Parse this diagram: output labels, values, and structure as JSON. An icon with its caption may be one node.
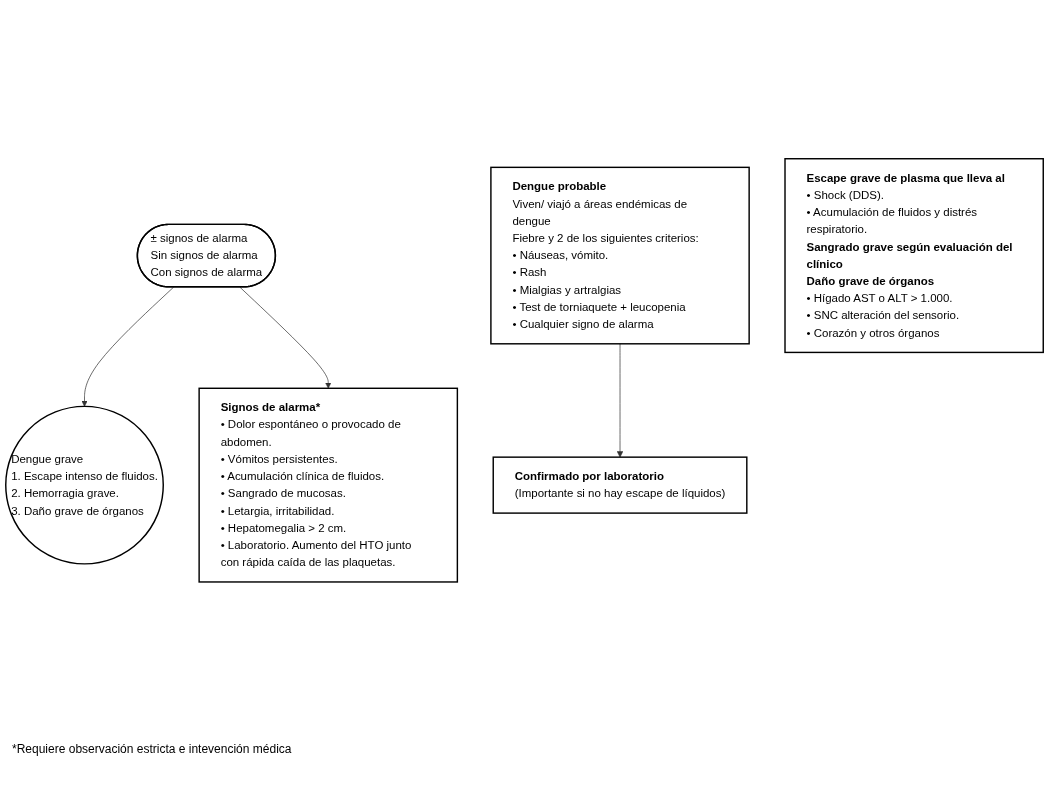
{
  "diagram": {
    "nodes": [
      {
        "text": [
          "± signos de alarma",
          "Sin signos de alarma",
          "Con signos de alarma"
        ]
      },
      {
        "text": [
          "Dengue grave",
          "1. Escape intenso de fluidos.",
          "2. Hemorragia grave.",
          "3. Daño grave de órganos"
        ]
      },
      {
        "text": [
          "Dengue probable",
          "Viven/ viajó a áreas endémicas de dengue",
          "Fiebre y 2 de los siguientes criterios:",
          "• Náuseas, vómito.",
          "• Rash",
          "• Mialgias y artralgias",
          "• Test de torniaquete + leucopenia",
          "• Cualquier signo de alarma"
        ]
      },
      {
        "text": [
          "Signos de alarma*",
          "• Dolor espontáneo o provocado de abdomen.",
          "• Vómitos persistentes.",
          "• Acumulación clínica de fluidos.",
          "• Sangrado de mucosas.",
          "• Letargia, irritabilidad.",
          "• Hepatomegalia > 2 cm.",
          "• Laboratorio. Aumento del HTO junto con rápida caída de las plaquetas."
        ]
      },
      {
        "text": [
          "Escape grave de plasma que lleva al",
          "• Shock (DDS).",
          "• Acumulación de fluidos y distrés respiratorio.",
          "Sangrado grave según evaluación del clínico",
          "Daño grave de órganos",
          "• Hígado AST o ALT > 1.000.",
          "• SNC alteración del sensorio.",
          "• Corazón y otros órganos"
        ]
      },
      {
        "text": [
          "Confirmado por laboratorio",
          "(Importante si no hay escape de líquidos)"
        ]
      }
    ],
    "edges": [
      {
        "from": 0,
        "to": 1,
        "arrow": "to"
      },
      {
        "from": 0,
        "to": 3,
        "arrow": "to"
      },
      {
        "from": 2,
        "to": 5,
        "arrow": "to"
      }
    ],
    "labels": [
      "*Requiere observación estricta e intevención médica"
    ]
  }
}
